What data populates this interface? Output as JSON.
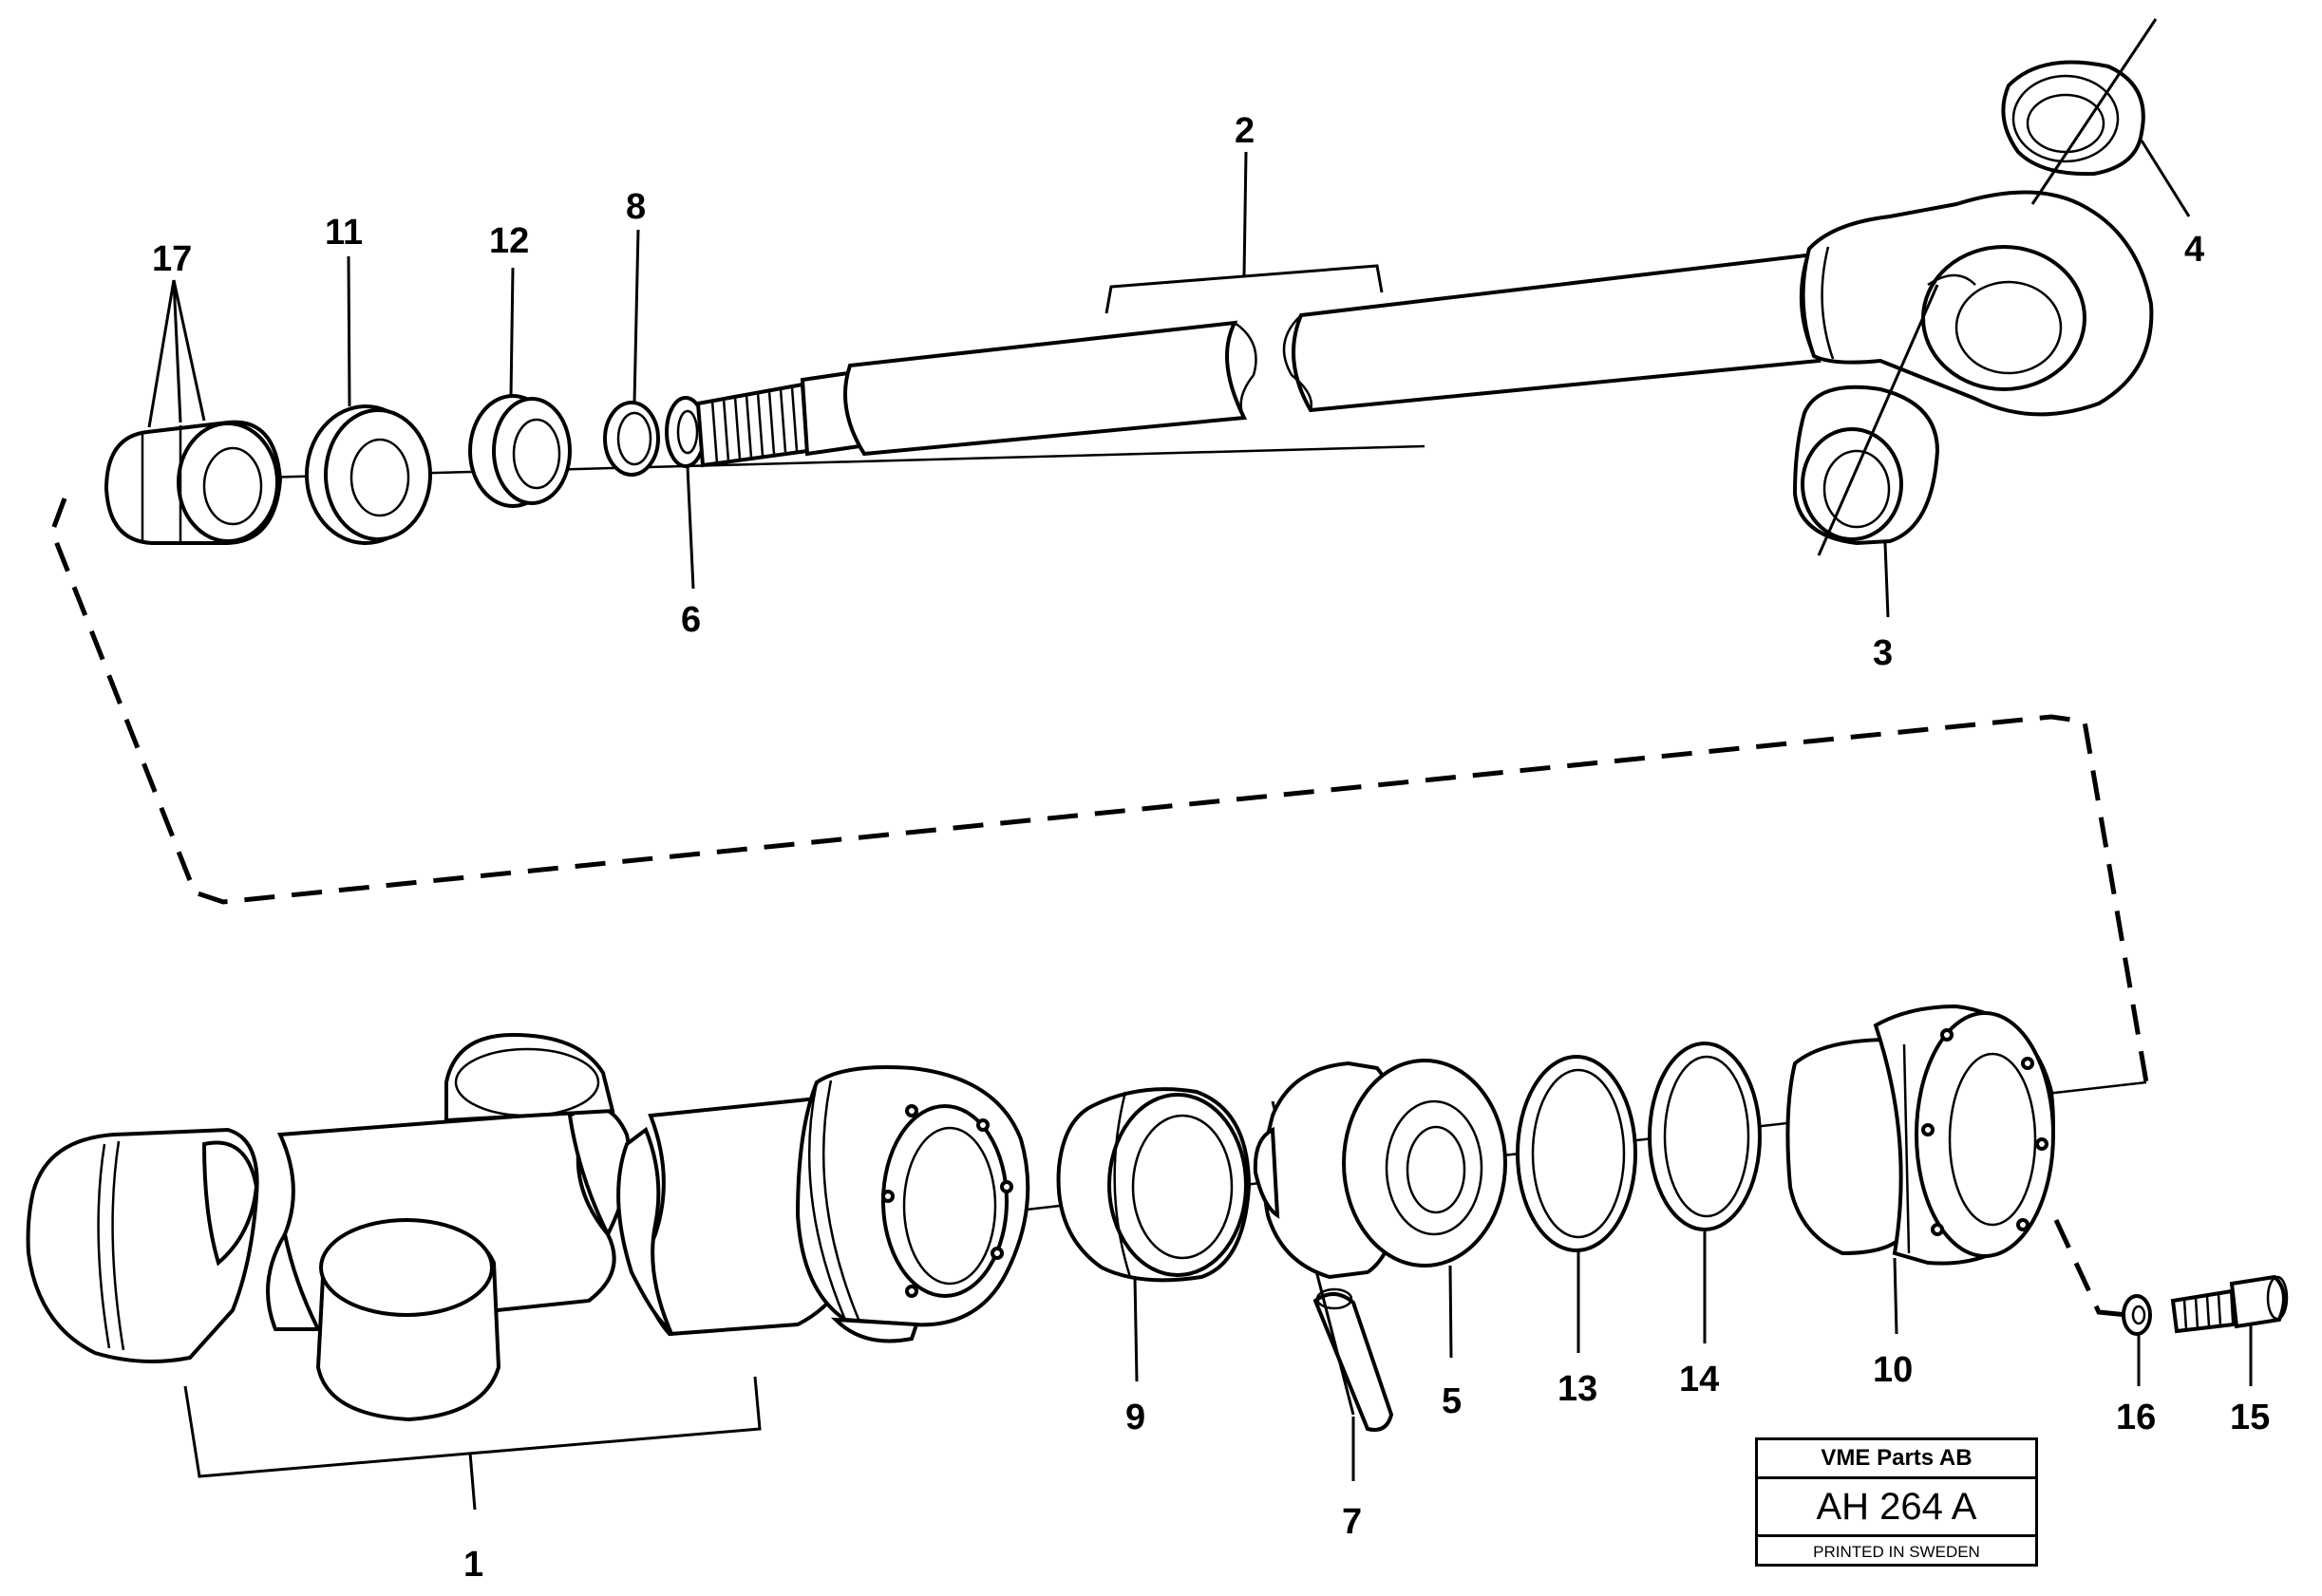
{
  "callouts": {
    "c1": "1",
    "c2": "2",
    "c3": "3",
    "c4": "4",
    "c5": "5",
    "c6": "6",
    "c7": "7",
    "c8": "8",
    "c9": "9",
    "c10": "10",
    "c11": "11",
    "c12": "12",
    "c13": "13",
    "c14": "14",
    "c15": "15",
    "c16": "16",
    "c17": "17"
  },
  "title_block": {
    "company": "VME Parts AB",
    "drawing_number": "AH 264  A",
    "printed": "PRINTED IN SWEDEN"
  }
}
